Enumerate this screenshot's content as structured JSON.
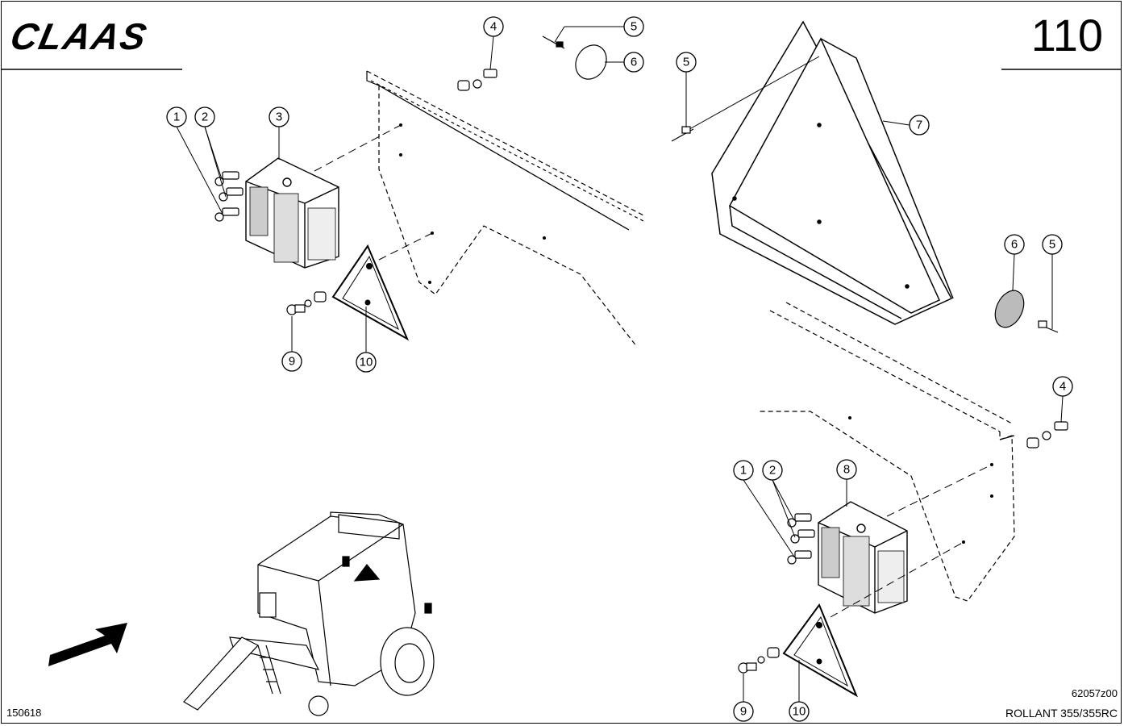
{
  "header": {
    "brand": "CLAAS",
    "page_number": "110"
  },
  "footer": {
    "sheet_id": "150618",
    "drawing_number": "62057z00",
    "model": "ROLLANT 355/355RC"
  },
  "callouts": {
    "left": [
      "1",
      "2",
      "3",
      "4",
      "5",
      "6",
      "9",
      "10"
    ],
    "right": [
      "5",
      "7",
      "6",
      "5",
      "4",
      "1",
      "2",
      "8",
      "9",
      "10"
    ]
  },
  "colors": {
    "ink": "#000000",
    "paper": "#ffffff"
  }
}
